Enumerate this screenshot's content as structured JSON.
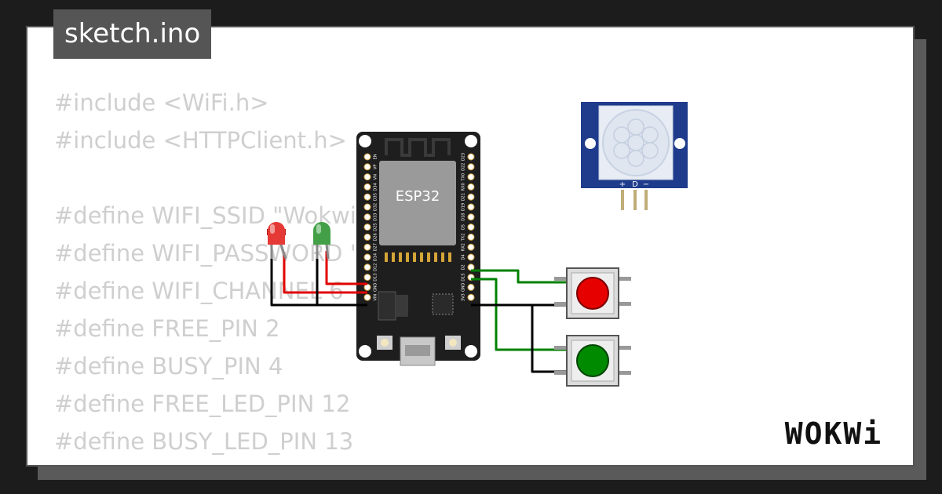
{
  "file_tab": {
    "label": "sketch.ino"
  },
  "code_lines": [
    "#include <WiFi.h>",
    "#include <HTTPClient.h>",
    "",
    "#define WIFI_SSID \"Wokwi-GUEST\"",
    "#define WIFI_PASSWORD \"\"",
    "#define WIFI_CHANNEL 6",
    "#define FREE_PIN 2",
    "#define BUSY_PIN 4",
    "#define FREE_LED_PIN 12",
    "#define BUSY_LED_PIN 13"
  ],
  "board": {
    "label": "ESP32",
    "left_pins": [
      "EN",
      "VP",
      "VN",
      "D34",
      "D35",
      "D32",
      "D33",
      "D25",
      "D26",
      "D27",
      "D14",
      "D12",
      "D13",
      "GND",
      "VIN"
    ],
    "right_pins": [
      "D23",
      "D22",
      "TX0",
      "RX0",
      "D21",
      "D19",
      "D18",
      "D5",
      "TX2",
      "RX2",
      "D4",
      "D2",
      "D15",
      "GND",
      "3V3"
    ]
  },
  "pir_sensor": {
    "pins": [
      "+",
      "D",
      "−"
    ]
  },
  "components": {
    "led_red": {
      "color": "#e53935"
    },
    "led_green": {
      "color": "#43a047"
    },
    "button_red": {
      "color": "#e60000"
    },
    "button_green": {
      "color": "#008a00"
    }
  },
  "wires": {
    "signal_color": "#e00000",
    "ground_color": "#000000",
    "button_color": "#008000"
  },
  "logo": {
    "text": "WOKWi"
  }
}
